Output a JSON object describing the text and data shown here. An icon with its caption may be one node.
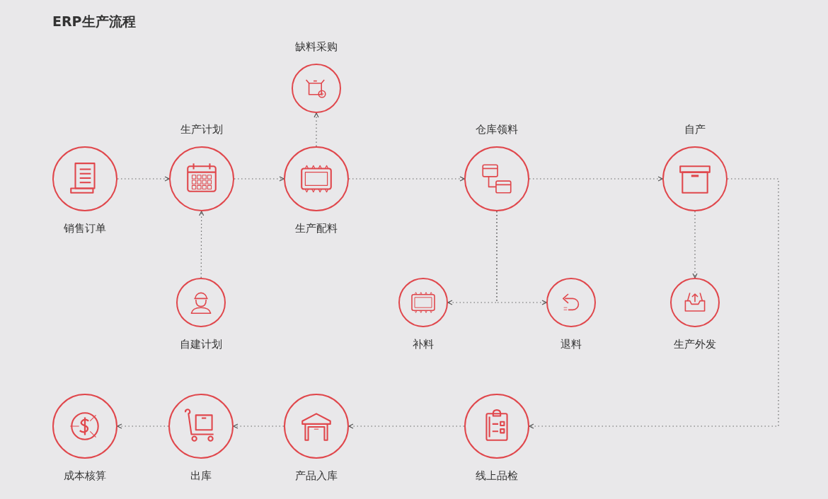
{
  "diagram": {
    "title": "ERP生产流程",
    "nodes": [
      {
        "text": [
          "销售订单"
        ]
      },
      {
        "text": [
          "生产计划"
        ]
      },
      {
        "text": [
          "生产配料"
        ]
      },
      {
        "text": [
          "缺料采购"
        ]
      },
      {
        "text": [
          "仓库领料"
        ]
      },
      {
        "text": [
          "自产"
        ]
      },
      {
        "text": [
          "自建计划"
        ]
      },
      {
        "text": [
          "补料"
        ]
      },
      {
        "text": [
          "退料"
        ]
      },
      {
        "text": [
          "生产外发"
        ]
      },
      {
        "text": [
          "成本核算"
        ]
      },
      {
        "text": [
          "出库"
        ]
      },
      {
        "text": [
          "产品入库"
        ]
      },
      {
        "text": [
          "线上品检"
        ]
      }
    ],
    "edges": [
      {
        "from": 0,
        "to": 1,
        "arrow": "to"
      },
      {
        "from": 1,
        "to": 2,
        "arrow": "to"
      },
      {
        "from": 2,
        "to": 3,
        "arrow": "to"
      },
      {
        "from": 2,
        "to": 4,
        "arrow": "to"
      },
      {
        "from": 4,
        "to": 5,
        "arrow": "to"
      },
      {
        "from": 6,
        "to": 1,
        "arrow": "to"
      },
      {
        "from": 4,
        "to": 7,
        "arrow": "to"
      },
      {
        "from": 4,
        "to": 8,
        "arrow": "to"
      },
      {
        "from": 5,
        "to": 9,
        "arrow": "to"
      },
      {
        "from": 5,
        "to": 13,
        "arrow": "to"
      },
      {
        "from": 13,
        "to": 12,
        "arrow": "to"
      },
      {
        "from": 12,
        "to": 11,
        "arrow": "to"
      },
      {
        "from": 11,
        "to": 10,
        "arrow": "to"
      }
    ]
  }
}
